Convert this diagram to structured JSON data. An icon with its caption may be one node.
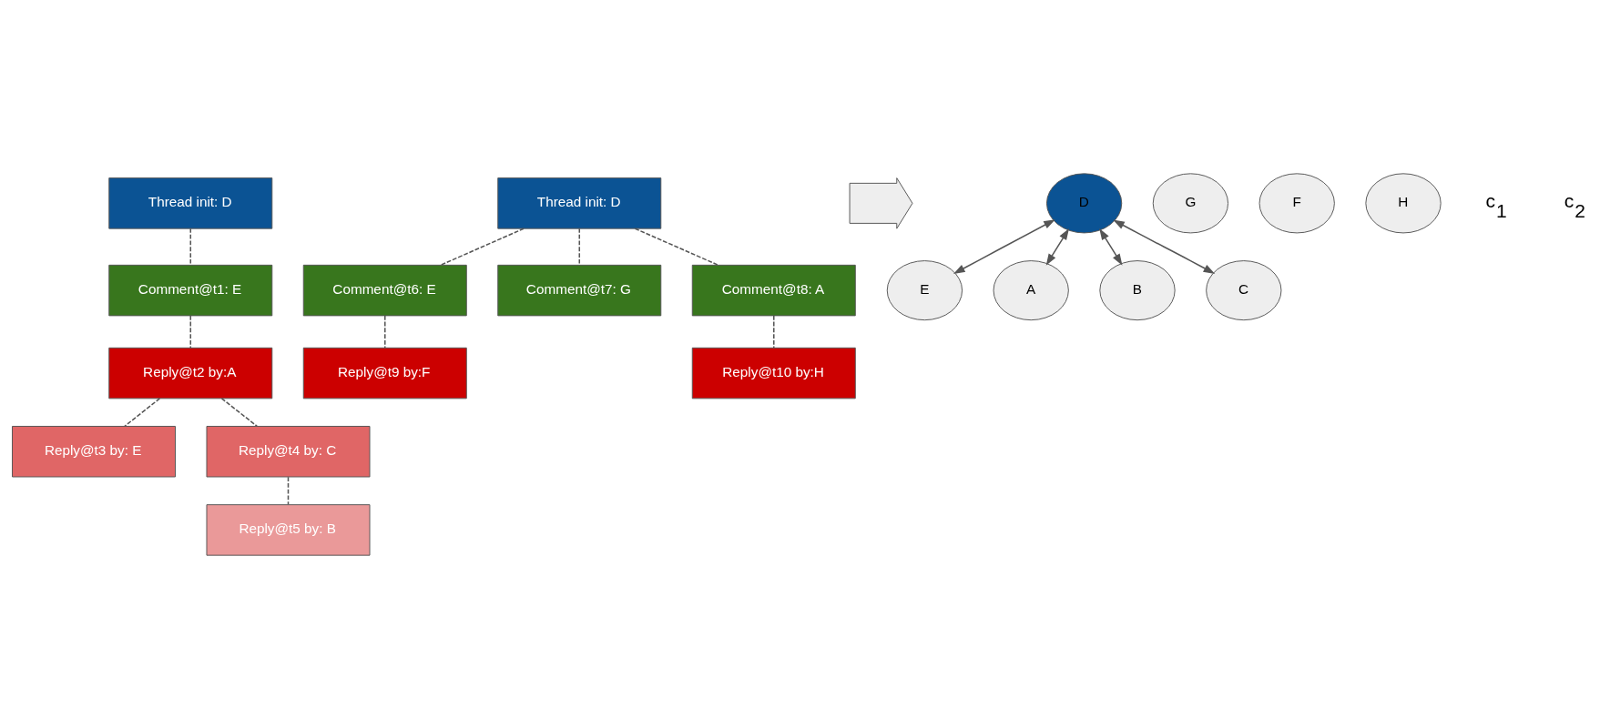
{
  "diagram": {
    "nodes": [
      {
        "text": [
          "Thread init: D"
        ]
      },
      {
        "text": [
          "Comment@t1: E"
        ]
      },
      {
        "text": [
          "Reply@t2 by:A"
        ]
      },
      {
        "text": [
          "Reply@t3 by: E"
        ]
      },
      {
        "text": [
          "Reply@t4 by: C"
        ]
      },
      {
        "text": [
          "Reply@t5 by: B"
        ]
      },
      {
        "text": [
          "Thread init: D"
        ]
      },
      {
        "text": [
          "Comment@t6: E"
        ]
      },
      {
        "text": [
          "Reply@t9 by:F"
        ]
      },
      {
        "text": [
          "Comment@t7: G"
        ]
      },
      {
        "text": [
          "Comment@t8: A"
        ]
      },
      {
        "text": [
          "Reply@t10 by:H"
        ]
      },
      {
        "text": [],
        "shape": "arrow"
      },
      {
        "text": [
          "E"
        ]
      },
      {
        "text": [
          "A"
        ]
      },
      {
        "text": [
          "G"
        ]
      },
      {
        "text": [
          "D"
        ]
      },
      {
        "text": [
          "B"
        ]
      },
      {
        "text": [
          "C"
        ]
      },
      {
        "text": [
          "F"
        ]
      },
      {
        "text": [
          "H"
        ]
      }
    ],
    "edges": [
      {
        "from": 0,
        "to": 1,
        "arrow": "none",
        "style": "dashed"
      },
      {
        "from": 1,
        "to": 2,
        "arrow": "none",
        "style": "dashed"
      },
      {
        "from": 2,
        "to": 3,
        "arrow": "none",
        "style": "dashed"
      },
      {
        "from": 2,
        "to": 4,
        "arrow": "none",
        "style": "dashed"
      },
      {
        "from": 4,
        "to": 5,
        "arrow": "none",
        "style": "dashed"
      },
      {
        "from": 6,
        "to": 7,
        "arrow": "none",
        "style": "dashed"
      },
      {
        "from": 7,
        "to": 8,
        "arrow": "none",
        "style": "dashed"
      },
      {
        "from": 6,
        "to": 9,
        "arrow": "none",
        "style": "dashed"
      },
      {
        "from": 6,
        "to": 10,
        "arrow": "none",
        "style": "dashed"
      },
      {
        "from": 10,
        "to": 11,
        "arrow": "none",
        "style": "dashed"
      },
      {
        "from": 16,
        "to": 13,
        "arrow": "both"
      },
      {
        "from": 16,
        "to": 14,
        "arrow": "both"
      },
      {
        "from": 16,
        "to": 17,
        "arrow": "both"
      },
      {
        "from": 16,
        "to": 18,
        "arrow": "both"
      }
    ],
    "labels": [
      "c$_{1}$",
      "c$_{2}$"
    ]
  }
}
